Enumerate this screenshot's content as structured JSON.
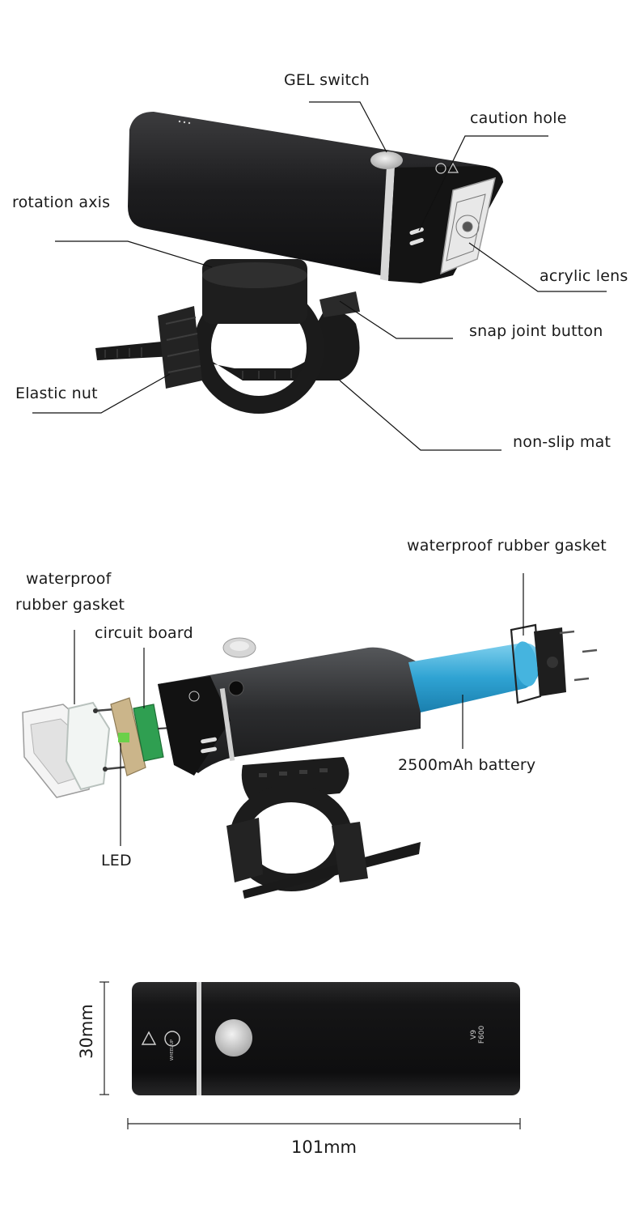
{
  "diagram1": {
    "labels": {
      "gel_switch": "GEL switch",
      "caution_hole": "caution hole",
      "rotation_axis": "rotation axis",
      "acrylic_lens": "acrylic lens",
      "snap_joint_button": "snap joint button",
      "elastic_nut": "Elastic nut",
      "non_slip_mat": "non-slip mat"
    }
  },
  "diagram2": {
    "labels": {
      "rear_gasket": "waterproof rubber gasket",
      "front_gasket_line1": "waterproof",
      "front_gasket_line2": "rubber gasket",
      "circuit_board": "circuit board",
      "battery": "2500mAh battery",
      "led": "LED"
    }
  },
  "diagram3": {
    "height": "30mm",
    "length": "101mm",
    "body_text_model": "V9",
    "body_text_lumen": "F600",
    "body_text_brand": "WHEEL UP"
  },
  "colors": {
    "body": "#1c1c1e",
    "body_highlight": "#3a3a3c",
    "battery": "#3aa9d6",
    "circuit_green": "#2e9e4e",
    "board_tan": "#c9b48a",
    "line": "#111111"
  }
}
